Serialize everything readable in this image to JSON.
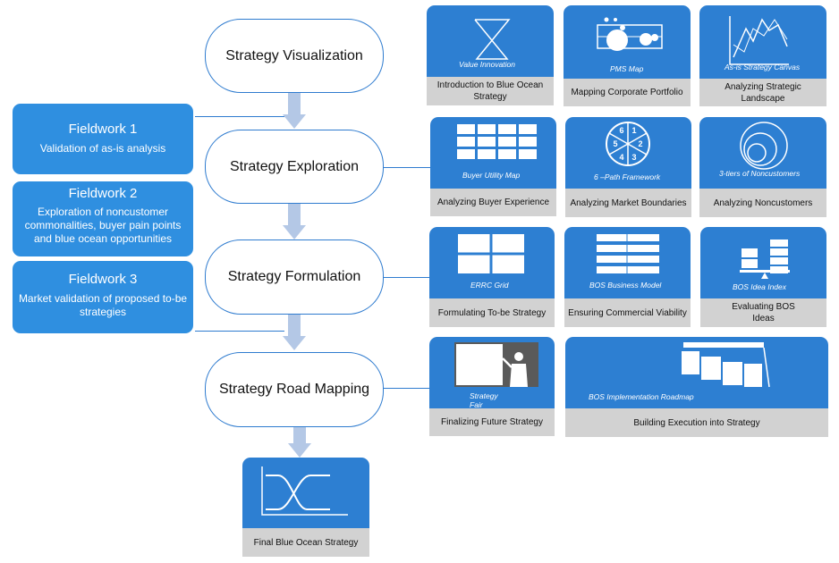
{
  "stages": [
    {
      "label": "Strategy Visualization"
    },
    {
      "label": "Strategy Exploration"
    },
    {
      "label": "Strategy Formulation"
    },
    {
      "label": "Strategy Road Mapping"
    }
  ],
  "fieldwork": [
    {
      "title": "Fieldwork 1",
      "desc": "Validation of as-is analysis"
    },
    {
      "title": "Fieldwork 2",
      "desc": "Exploration of noncustomer commonalities, buyer pain points and blue ocean opportunities"
    },
    {
      "title": "Fieldwork 3",
      "desc": "Market validation of proposed to-be strategies"
    }
  ],
  "tools": [
    {
      "image_label": "Value Innovation",
      "caption": "Introduction to Blue Ocean Strategy"
    },
    {
      "image_label": "PMS Map",
      "caption": "Mapping Corporate Portfolio"
    },
    {
      "image_label": "As-is Strategy Canvas",
      "caption": "Analyzing Strategic Landscape"
    },
    {
      "image_label": "Buyer Utility Map",
      "caption": "Analyzing Buyer Experience"
    },
    {
      "image_label": "6 –Path Framework",
      "caption": "Analyzing Market Boundaries"
    },
    {
      "image_label": "3-tiers of Noncustomers",
      "caption": "Analyzing Noncustomers"
    },
    {
      "image_label": "ERRC Grid",
      "caption": "Formulating To-be Strategy"
    },
    {
      "image_label": "BOS Business Model",
      "caption": "Ensuring Commercial Viability"
    },
    {
      "image_label": "BOS Idea Index",
      "caption": "Evaluating BOS Ideas"
    },
    {
      "image_label": "Strategy Fair",
      "caption": "Finalizing Future Strategy"
    },
    {
      "image_label": "BOS Implementation Roadmap",
      "caption": "Building Execution into Strategy"
    },
    {
      "image_label": "",
      "caption": "Final Blue Ocean Strategy"
    }
  ],
  "six_path_numbers": [
    "1",
    "2",
    "3",
    "4",
    "5",
    "6"
  ],
  "colors": {
    "card_blue": "#2d7fd2",
    "fieldwork_blue": "#2f8fe0",
    "caption_gray": "#d2d2d2",
    "arrow": "#b4c8e6",
    "stage_border": "#2e7bcf"
  }
}
